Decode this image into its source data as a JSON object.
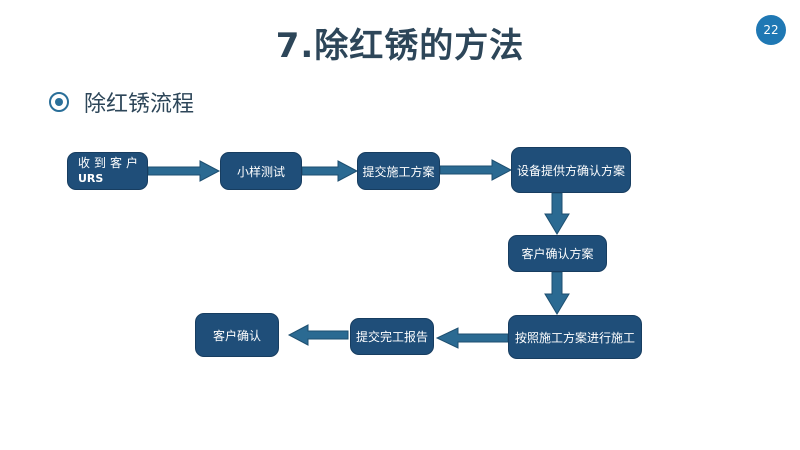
{
  "slide": {
    "title": "7.除红锈的方法",
    "page_number": "22",
    "section_heading": "除红锈流程"
  },
  "flow": {
    "receive_line1": "收到客户",
    "receive_line2": "URS",
    "sample_test": "小样测试",
    "submit_plan": "提交施工方案",
    "equipment_plan": "设备提供方确认方案",
    "customer_confirm_plan": "客户确认方案",
    "execute": "按照施工方案进行施工",
    "submit_report": "提交完工报告",
    "customer_confirm": "客户确认"
  },
  "colors": {
    "node_fill": "#1f4e79",
    "arrow": "#2b6a92",
    "title": "#2d4659",
    "badge": "#1f78b4"
  }
}
